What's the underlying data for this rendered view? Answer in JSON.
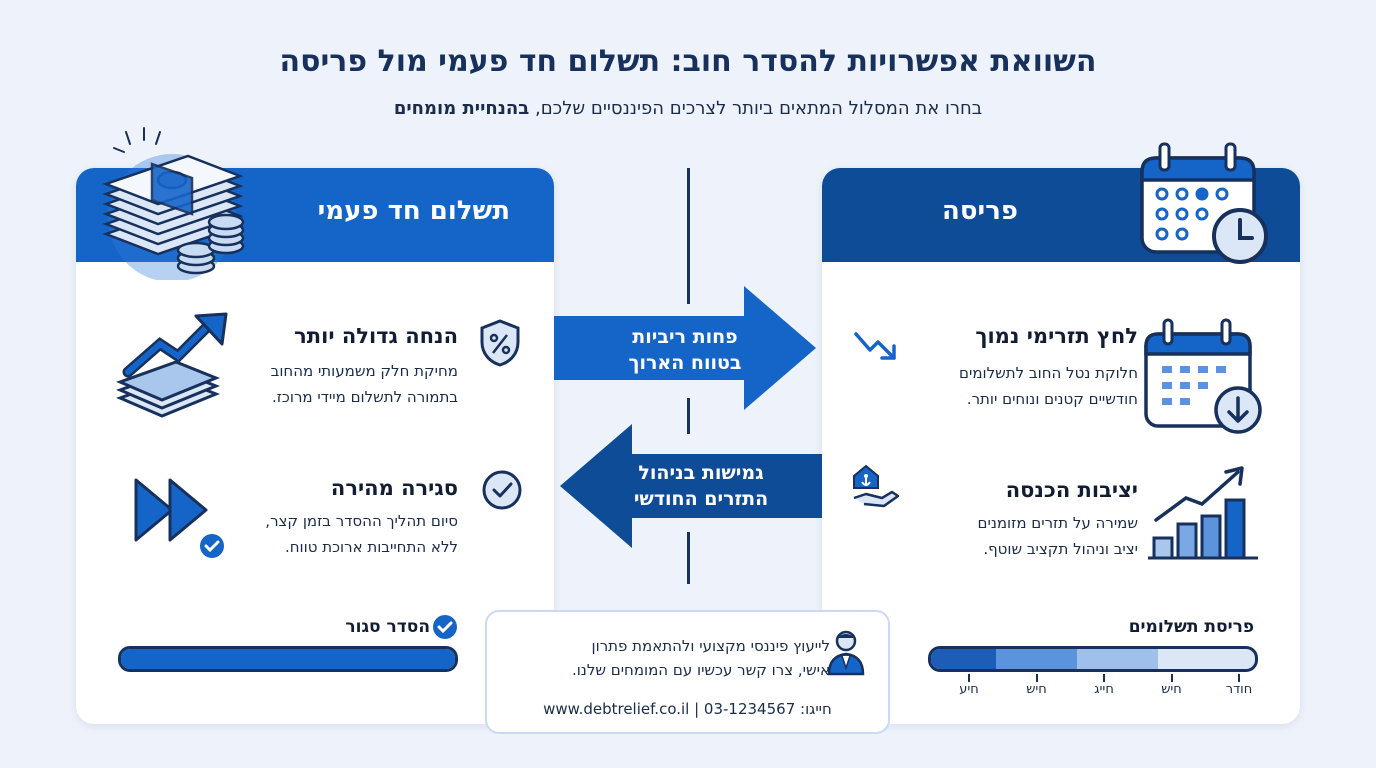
{
  "header": {
    "title": "השוואת אפשרויות להסדר חוב: תשלום חד פעמי מול פריסה",
    "subtitle_regular": "בחרו את המסלול המתאים ביותר לצרכים הפיננסיים שלכם,",
    "subtitle_bold": "בהנחיית מומחים"
  },
  "left_card": {
    "title": "תשלום חד פעמי",
    "items": [
      {
        "title": "הנחה גדולה יותר",
        "line1": "מחיקת חלק משמעותי מהחוב",
        "line2": "בתמורה לתשלום מיידי מרוכז."
      },
      {
        "title": "סגירה מהירה",
        "line1": "סיום תהליך ההסדר בזמן קצר,",
        "line2": "ללא התחייבות ארוכת טווח."
      }
    ],
    "status": {
      "label": "הסדר סגור",
      "progress": 1.0
    }
  },
  "right_card": {
    "title": "פריסה",
    "items": [
      {
        "title": "לחץ תזרימי נמוך",
        "line1": "חלוקת נטל החוב לתשלומים",
        "line2": "חודשיים קטנים ונוחים יותר."
      },
      {
        "title": "יציבות הכנסה",
        "line1": "שמירה על תזרים מזומנים",
        "line2": "יציב וניהול תקציב שוטף."
      }
    ],
    "status": {
      "label": "פריסת תשלומים",
      "segments": [
        {
          "fraction": 0.2,
          "color": "#1d5db8"
        },
        {
          "fraction": 0.25,
          "color": "#5b93dc"
        },
        {
          "fraction": 0.25,
          "color": "#9ec0ea"
        }
      ],
      "ticks": [
        "חודר",
        "חיש",
        "חייג",
        "חיש",
        "חיע"
      ]
    }
  },
  "arrows": {
    "right_arrow": {
      "line1": "פחות ריביות",
      "line2": "בטווח הארוך"
    },
    "left_arrow": {
      "line1": "גמישות בניהול",
      "line2": "התזרים החודשי"
    }
  },
  "contact": {
    "line1": "לייעוץ פיננסי מקצועי ולהתאמת פתרון",
    "line2": "אישי, צרו קשר עכשיו עם המומחים שלנו.",
    "footer": "www.debtrelief.co.il | 03-1234567 :חייגו"
  },
  "colors": {
    "primary": "#1565c9",
    "dark": "#0f4c97",
    "navy": "#17305c",
    "background": "#eef3fb"
  },
  "icons": [
    "money-stack-icon",
    "calendar-clock-icon",
    "money-growth-icon",
    "shield-percent-icon",
    "fast-forward-icon",
    "check-circle-icon",
    "trend-down-icon",
    "calendar-download-icon",
    "hand-house-anchor-icon",
    "bar-chart-up-icon",
    "advisor-icon"
  ]
}
